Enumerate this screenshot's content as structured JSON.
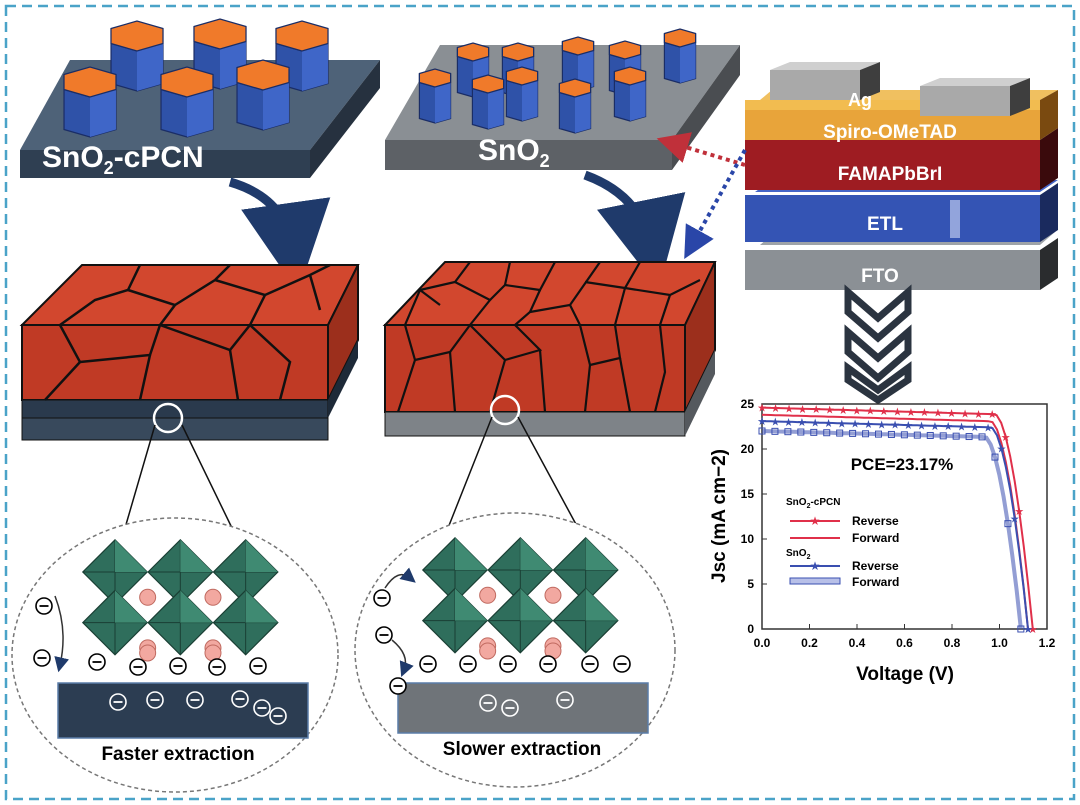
{
  "panels": {
    "left_substrate_label_main": "SnO",
    "left_substrate_label_sub": "2",
    "left_substrate_label_tail": "-cPCN",
    "right_substrate_label_main": "SnO",
    "right_substrate_label_sub": "2",
    "left_caption": "Faster extraction",
    "right_caption": "Slower extraction"
  },
  "device_stack": {
    "layers": [
      "Ag",
      "Spiro-OMeTAD",
      "FAMAPbBrI",
      "ETL",
      "FTO"
    ]
  },
  "charge_symbol": "⊖",
  "colors": {
    "border_dash": "#4aa3c8",
    "substrate_cpcn": "#3d4f63",
    "substrate_sno2": "#7a7f84",
    "grain_orange": "#f07a2a",
    "grain_blue": "#2f52a8",
    "perovskite_red": "#c8432a",
    "octahedra_green": "#2f6e5c",
    "cation_pink": "#f2a8a0",
    "arrow_navy": "#1f3a6b",
    "red_series": "#e0304a",
    "blue_series": "#3a4fb0"
  },
  "chart_data": {
    "type": "line",
    "annotation": "PCE=23.17%",
    "xlabel": "Voltage (V)",
    "ylabel": "Jsc (mA cm−2)",
    "xlim": [
      0.0,
      1.2
    ],
    "ylim": [
      0,
      25
    ],
    "xticks": [
      "0.0",
      "0.2",
      "0.4",
      "0.6",
      "0.8",
      "1.0",
      "1.2"
    ],
    "yticks": [
      "0",
      "5",
      "10",
      "15",
      "20",
      "25"
    ],
    "legend": {
      "group1_main": "SnO",
      "group1_sub": "2",
      "group1_tail": "-cPCN",
      "group2_main": "SnO",
      "group2_sub": "2",
      "placement": "center-left"
    },
    "series": [
      {
        "name": "Reverse",
        "group": "SnO2-cPCN",
        "color": "#e0304a",
        "marker": "star",
        "jsc": 24.6,
        "voc": 1.14
      },
      {
        "name": "Forward",
        "group": "SnO2-cPCN",
        "color": "#e0304a",
        "marker": "none",
        "jsc": 23.8,
        "voc": 1.12
      },
      {
        "name": "Reverse",
        "group": "SnO2",
        "color": "#3a4fb0",
        "marker": "star",
        "jsc": 23.1,
        "voc": 1.12
      },
      {
        "name": "Forward",
        "group": "SnO2",
        "color": "#3a4fb0",
        "marker": "square",
        "jsc": 22.0,
        "voc": 1.09
      }
    ]
  }
}
